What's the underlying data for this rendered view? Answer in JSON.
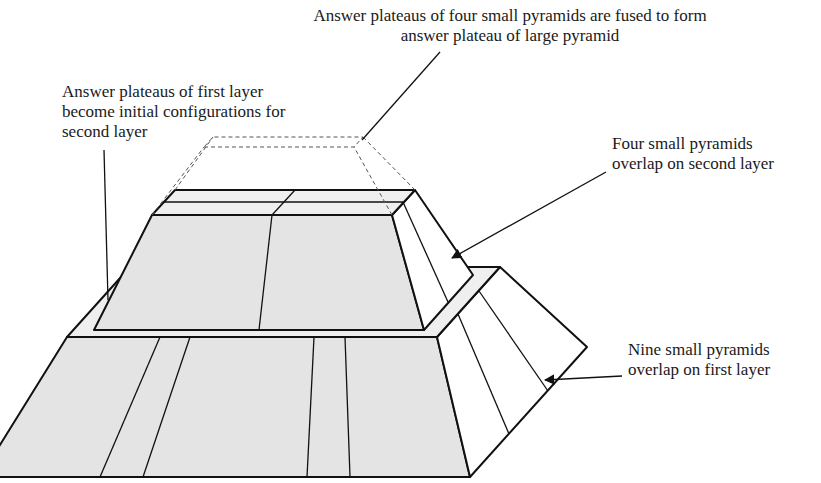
{
  "diagram": {
    "labels": [
      "Answer plateaus of four small pyramids are fused to form answer plateau of large pyramid",
      "Answer plateaus of first layer become initial configurations for second layer",
      "Four small pyramids overlap on second layer",
      "Nine small pyramids overlap on first layer"
    ]
  }
}
